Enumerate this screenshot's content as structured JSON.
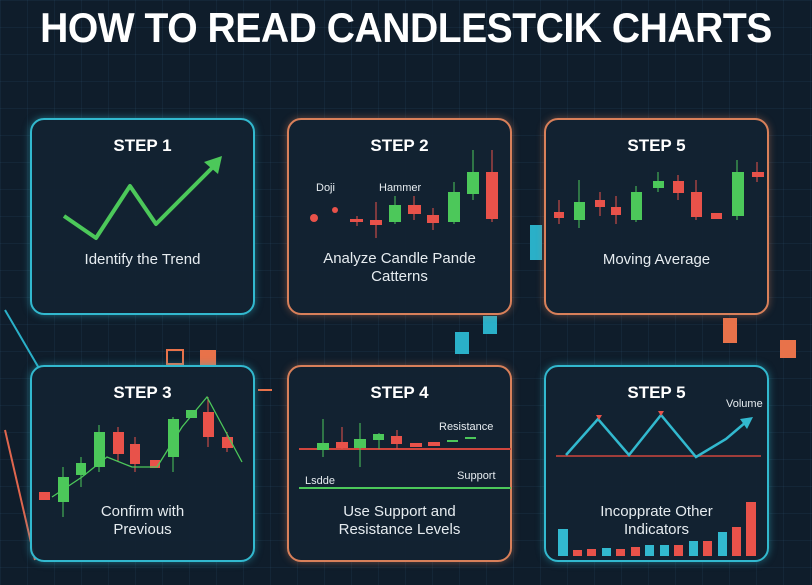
{
  "title": "HOW TO READ CANDLESTCIK CHARTS",
  "cards": [
    {
      "step": "STEP 1",
      "caption": "Identify the Trend"
    },
    {
      "step": "STEP 2",
      "caption_line1": "Analyze Candle Pande",
      "caption_line2": "Catterns",
      "label_doji": "Doji",
      "label_hammer": "Hammer"
    },
    {
      "step": "STEP 5",
      "caption": "Moving Average"
    },
    {
      "step": "STEP 3",
      "caption_line1": "Confirm with",
      "caption_line2": "Previous"
    },
    {
      "step": "STEP 4",
      "caption_line1": "Use Support and",
      "caption_line2": "Resistance Levels",
      "label_resistance": "Resistance",
      "label_support": "Support",
      "label_left": "Lsdde"
    },
    {
      "step": "STEP 5",
      "caption_line1": "Incopprate Other",
      "caption_line2": "Indicators",
      "label_volume": "Volume"
    }
  ],
  "colors": {
    "green": "#4cc85a",
    "red": "#e8524a",
    "cyan": "#32b9cf",
    "orange": "#d9805a"
  }
}
